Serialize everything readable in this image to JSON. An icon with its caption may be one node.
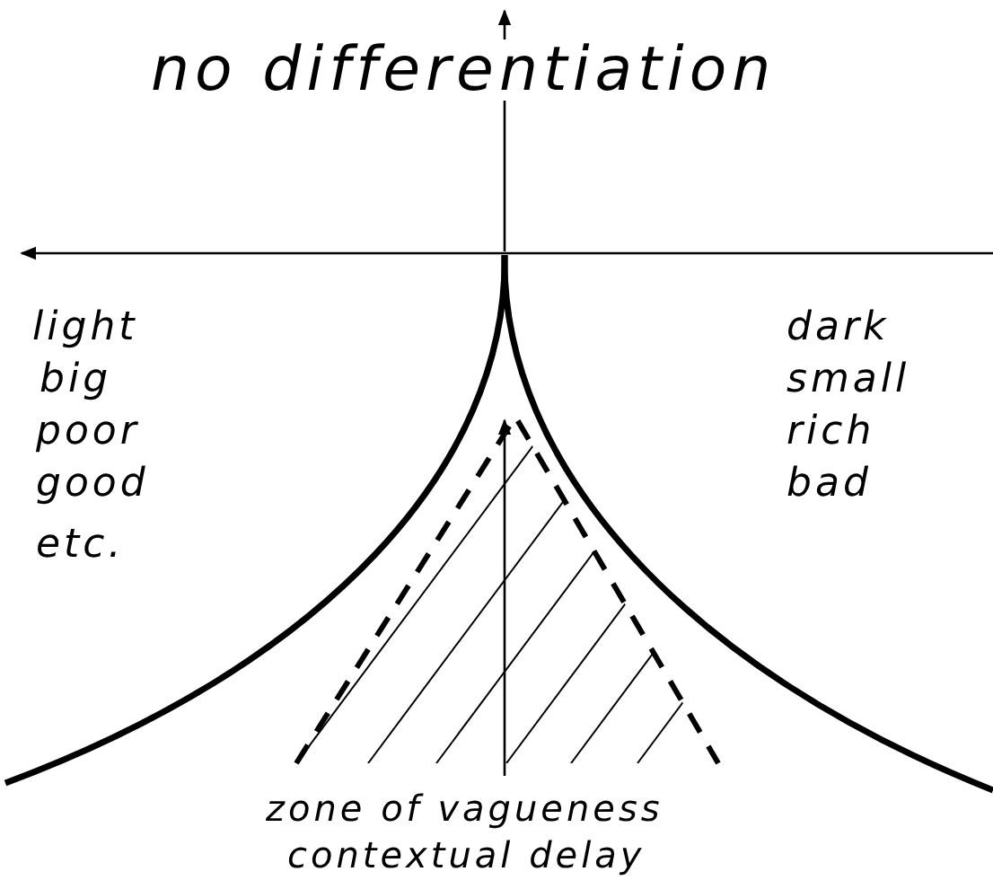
{
  "diagram": {
    "labels": [
      "no differentiation",
      "light",
      "big",
      "poor",
      "good",
      "etc.",
      "dark",
      "small",
      "rich",
      "bad",
      "zone of vagueness",
      "contextual delay"
    ]
  }
}
